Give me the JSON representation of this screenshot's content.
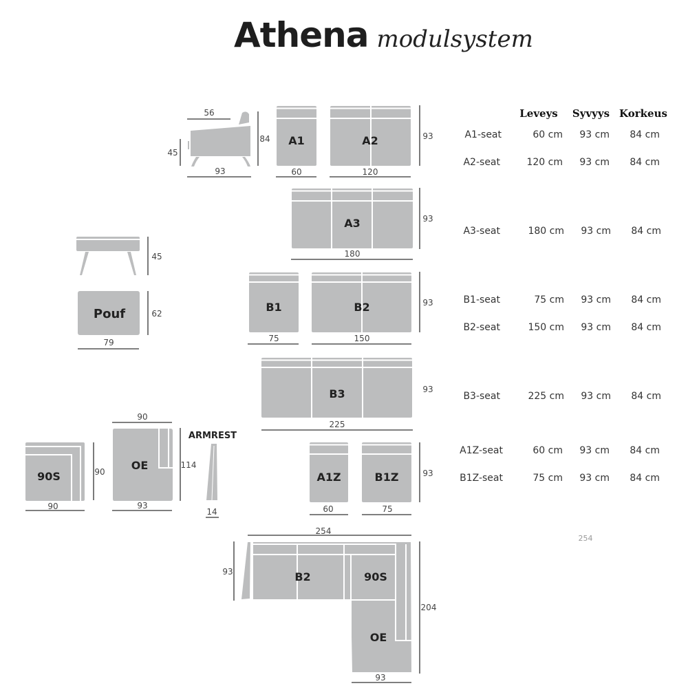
{
  "title": {
    "brand": "Athena",
    "subtitle": "modulsystem"
  },
  "table": {
    "headers": [
      "Leveys",
      "Syvyys",
      "Korkeus"
    ],
    "rows": [
      {
        "name": "A1-seat",
        "width": "60 cm",
        "depth": "93 cm",
        "height": "84 cm"
      },
      {
        "name": "A2-seat",
        "width": "120 cm",
        "depth": "93 cm",
        "height": "84 cm"
      },
      {
        "name": "A3-seat",
        "width": "180 cm",
        "depth": "93 cm",
        "height": "84 cm"
      },
      {
        "name": "B1-seat",
        "width": "75 cm",
        "depth": "93 cm",
        "height": "84 cm"
      },
      {
        "name": "B2-seat",
        "width": "150 cm",
        "depth": "93 cm",
        "height": "84 cm"
      },
      {
        "name": "B3-seat",
        "width": "225 cm",
        "depth": "93 cm",
        "height": "84 cm"
      },
      {
        "name": "A1Z-seat",
        "width": "60 cm",
        "depth": "93 cm",
        "height": "84 cm"
      },
      {
        "name": "B1Z-seat",
        "width": "75 cm",
        "depth": "93 cm",
        "height": "84 cm"
      }
    ]
  },
  "modules": {
    "side": {
      "seat_depth": "56",
      "seat_height": "45",
      "height": "84",
      "depth": "93"
    },
    "a1": {
      "label": "A1",
      "width": "60"
    },
    "a2": {
      "label": "A2",
      "width": "120",
      "depth": "93"
    },
    "a3": {
      "label": "A3",
      "width": "180",
      "depth": "93"
    },
    "pouf": {
      "label": "Pouf",
      "height": "45",
      "depth": "62",
      "width": "79"
    },
    "b1": {
      "label": "B1",
      "width": "75"
    },
    "b2": {
      "label": "B2",
      "width": "150",
      "depth": "93"
    },
    "b3": {
      "label": "B3",
      "width": "225",
      "depth": "93"
    },
    "s90": {
      "label": "90S",
      "depth": "90",
      "width": "90"
    },
    "oe": {
      "label": "OE",
      "top_width": "90",
      "depth": "114",
      "width": "93"
    },
    "armrest": {
      "label": "ARMREST",
      "width": "14"
    },
    "a1z": {
      "label": "A1Z",
      "width": "60"
    },
    "b1z": {
      "label": "B1Z",
      "width": "75",
      "depth": "93"
    },
    "corner": {
      "width": "254",
      "depth_left": "93",
      "depth_right": "204",
      "oe_width": "93",
      "b2": "B2",
      "s90": "90S",
      "oe": "OE",
      "clipped": "254"
    }
  }
}
